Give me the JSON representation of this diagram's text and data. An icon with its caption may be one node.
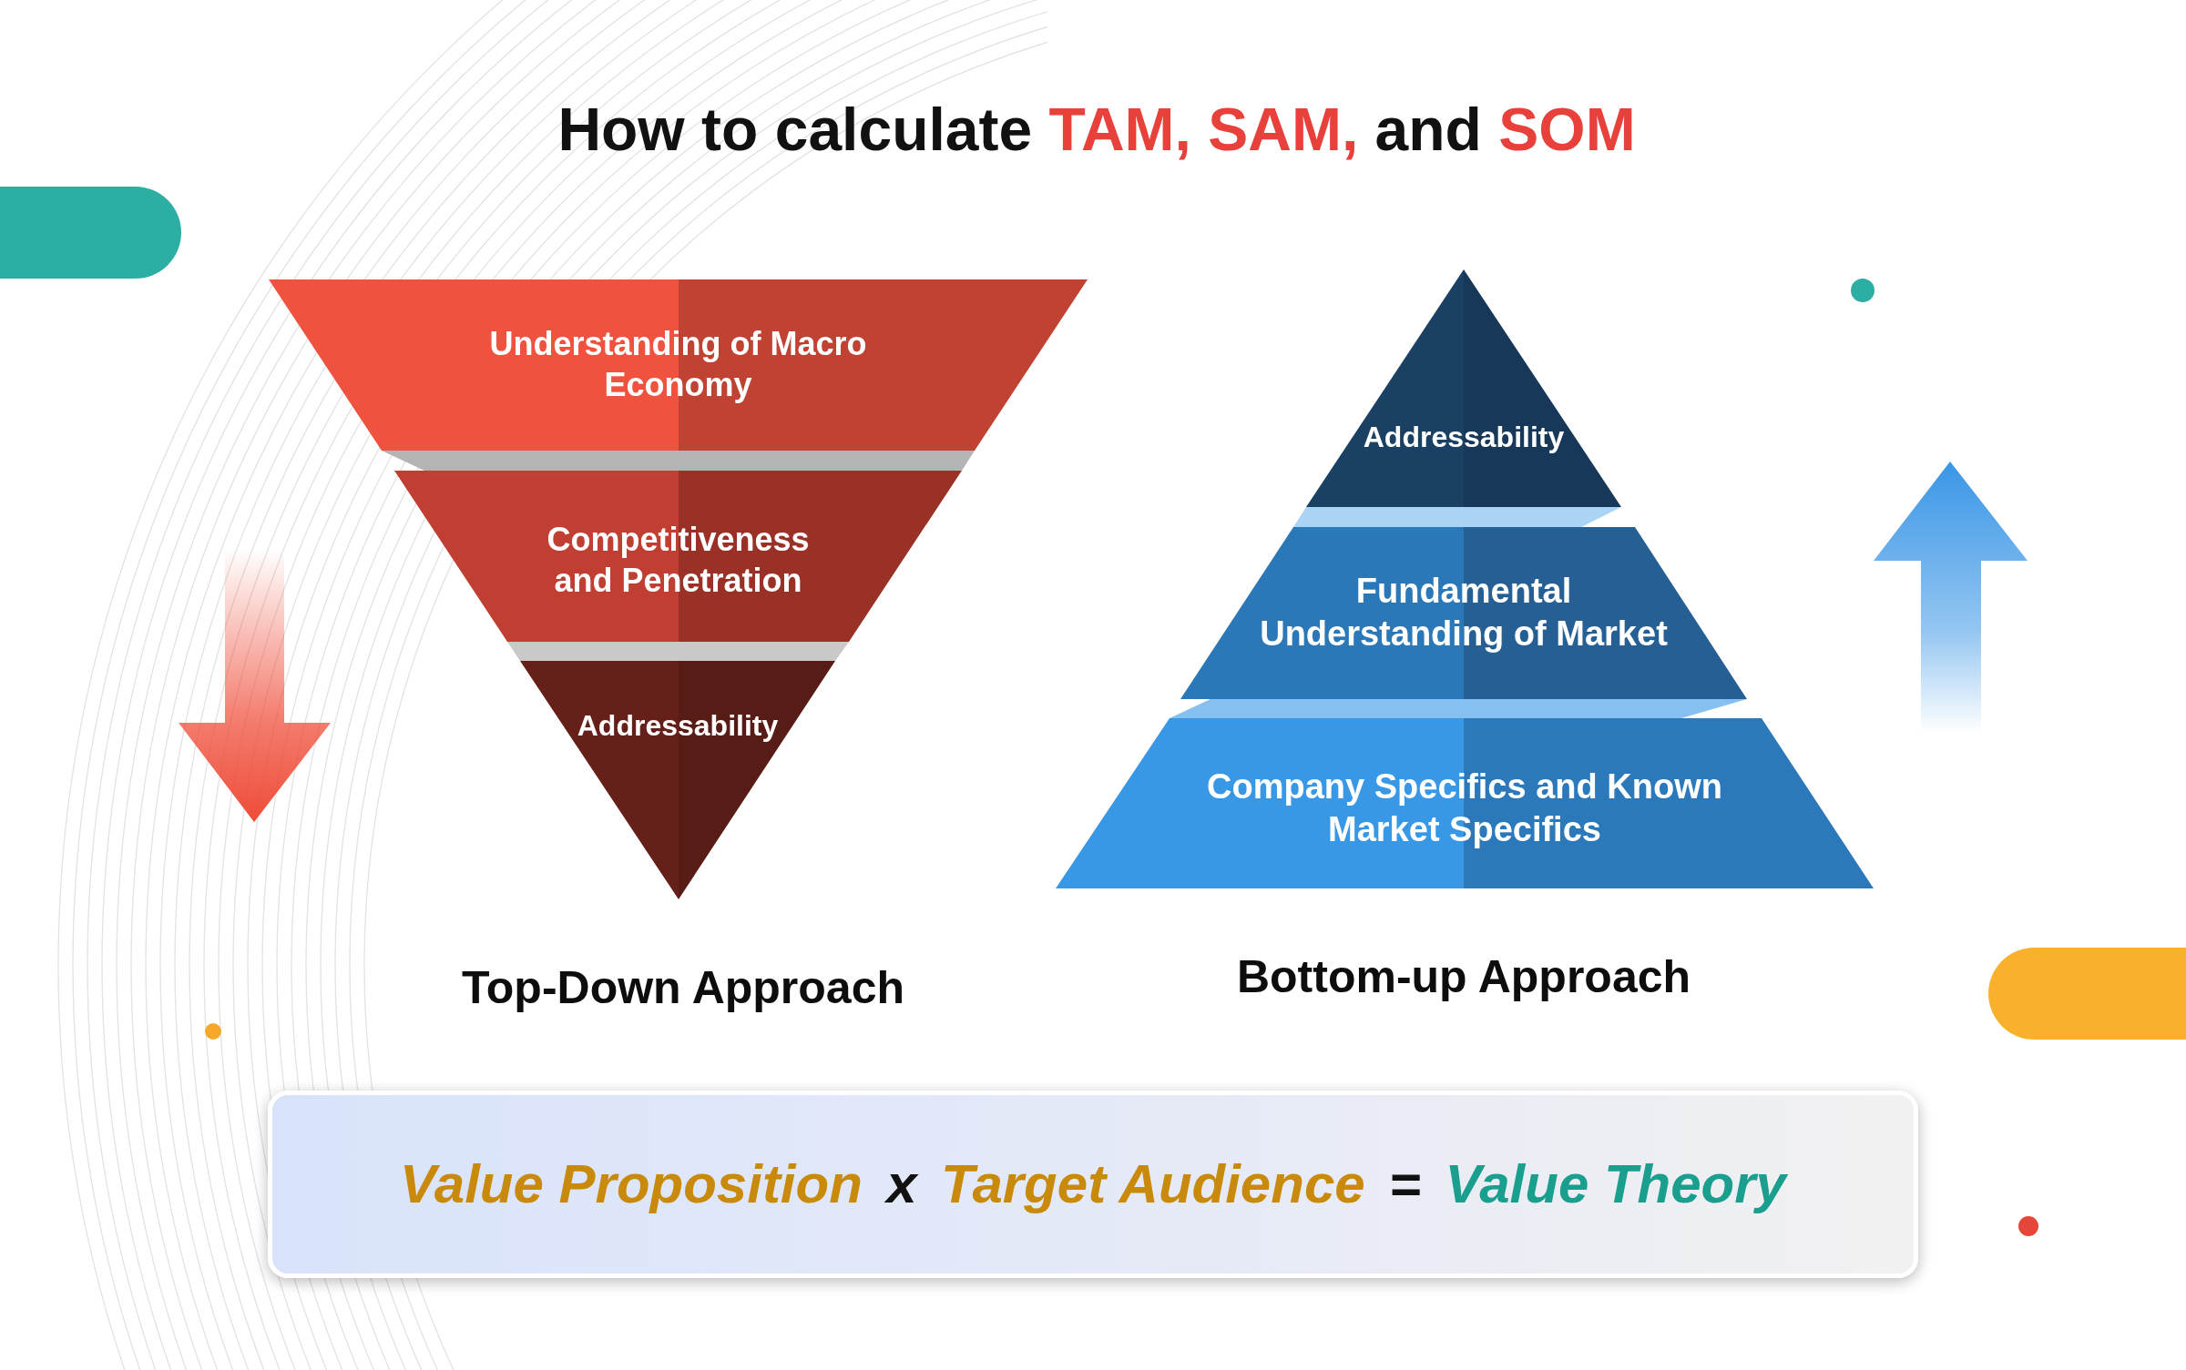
{
  "diagram": {
    "title": "How to calculate TAM, SAM, and SOM",
    "nodes": [
      {
        "text": [
          "Understanding of Macro Economy"
        ]
      },
      {
        "text": [
          "Competitiveness and Penetration"
        ]
      },
      {
        "text": [
          "Addressability"
        ]
      },
      {
        "text": [
          "Addressability"
        ]
      },
      {
        "text": [
          "Fundamental Understanding of Market"
        ]
      },
      {
        "text": [
          "Company Specifics and Known Market Specifics"
        ]
      },
      {
        "text": [
          "Value Proposition",
          "x",
          "Target Audience",
          "=",
          "Value Theory"
        ]
      }
    ],
    "labels": [
      "Top-Down Approach",
      "Bottom-up Approach"
    ]
  }
}
